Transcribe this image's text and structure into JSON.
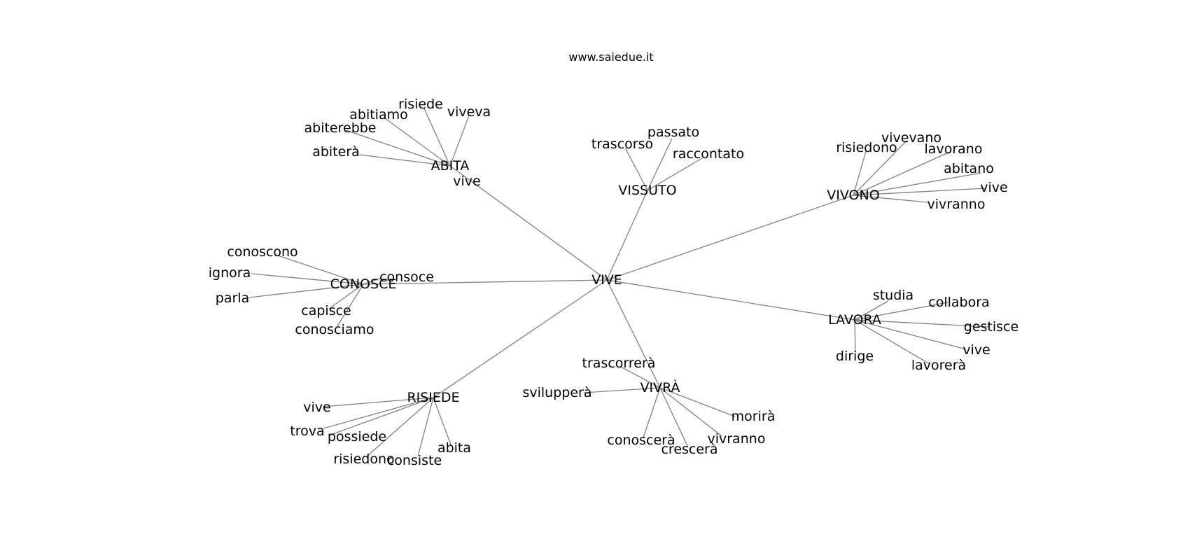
{
  "title": "www.saiedue.it",
  "edge_color": "#808080",
  "text_color": "#000000",
  "background": "#ffffff",
  "graph": {
    "center": "VIVE",
    "clusters": [
      {
        "hub": "ABITA",
        "leaves": [
          "vive",
          "viveva",
          "risiede",
          "abitiamo",
          "abiterebbe",
          "abiterà"
        ]
      },
      {
        "hub": "VISSUTO",
        "leaves": [
          "trascorso",
          "passato",
          "raccontato"
        ]
      },
      {
        "hub": "VIVONO",
        "leaves": [
          "risiedono",
          "vivevano",
          "lavorano",
          "abitano",
          "vive",
          "vivranno"
        ]
      },
      {
        "hub": "CONOSCE",
        "leaves": [
          "conoscono",
          "ignora",
          "parla",
          "consoce",
          "capisce",
          "conosciamo"
        ]
      },
      {
        "hub": "LAVORA",
        "leaves": [
          "studia",
          "collabora",
          "gestisce",
          "vive",
          "lavorerà",
          "dirige"
        ]
      },
      {
        "hub": "RISIEDE",
        "leaves": [
          "vive",
          "trova",
          "possiede",
          "risiedono",
          "consiste",
          "abita"
        ]
      },
      {
        "hub": "VIVRÀ",
        "leaves": [
          "trascorrerà",
          "svilupperà",
          "morirà",
          "vivranno",
          "crescerà",
          "conoscerà"
        ]
      }
    ]
  }
}
